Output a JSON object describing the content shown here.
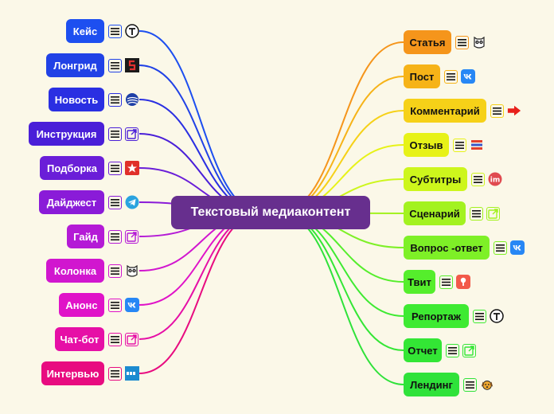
{
  "root": {
    "label": "Текстовый медиаконтент"
  },
  "left": [
    {
      "label": "Кейс",
      "icon": "t-circle-icon",
      "color": "#1d4ff0"
    },
    {
      "label": "Лонгрид",
      "icon": "s-logo-icon",
      "color": "#2142e6"
    },
    {
      "label": "Новость",
      "icon": "globe-icon",
      "color": "#2a2fe2"
    },
    {
      "label": "Инструкция",
      "icon": "external-link-icon",
      "color": "#4a1fd8"
    },
    {
      "label": "Подборка",
      "icon": "star-logo-icon",
      "color": "#6a1ed8"
    },
    {
      "label": "Дайджест",
      "icon": "telegram-icon",
      "color": "#8a1bd8"
    },
    {
      "label": "Гайд",
      "icon": "external-link-icon",
      "color": "#b41ad6"
    },
    {
      "label": "Колонка",
      "icon": "owl-icon",
      "color": "#d116cf"
    },
    {
      "label": "Анонс",
      "icon": "vk-icon",
      "color": "#e013c8"
    },
    {
      "label": "Чат-бот",
      "icon": "external-link-icon",
      "color": "#e60fa6"
    },
    {
      "label": "Интервью",
      "icon": "rbc-icon",
      "color": "#e80c80"
    }
  ],
  "right": [
    {
      "label": "Статья",
      "icon": "owl-icon",
      "color": "#f5951b"
    },
    {
      "label": "Пост",
      "icon": "vk-icon",
      "color": "#f6b318"
    },
    {
      "label": "Комментарий",
      "icon": "arrow-right-icon",
      "color": "#f6d118"
    },
    {
      "label": "Отзыв",
      "icon": "stack-icon",
      "color": "#e7f218"
    },
    {
      "label": "Субтитры",
      "icon": "im-icon",
      "color": "#cdf61c"
    },
    {
      "label": "Сценарий",
      "icon": "external-link-icon",
      "color": "#a3f220"
    },
    {
      "label": "Вопрос -ответ",
      "icon": "vk-icon",
      "color": "#7ef027"
    },
    {
      "label": "Твит",
      "icon": "pin-logo-icon",
      "color": "#55ee2c"
    },
    {
      "label": "Репортаж",
      "icon": "t-circle-icon",
      "color": "#3eea32"
    },
    {
      "label": "Отчет",
      "icon": "external-link-icon",
      "color": "#33e635"
    },
    {
      "label": "Лендинг",
      "icon": "dog-icon",
      "color": "#2fe23a"
    }
  ]
}
